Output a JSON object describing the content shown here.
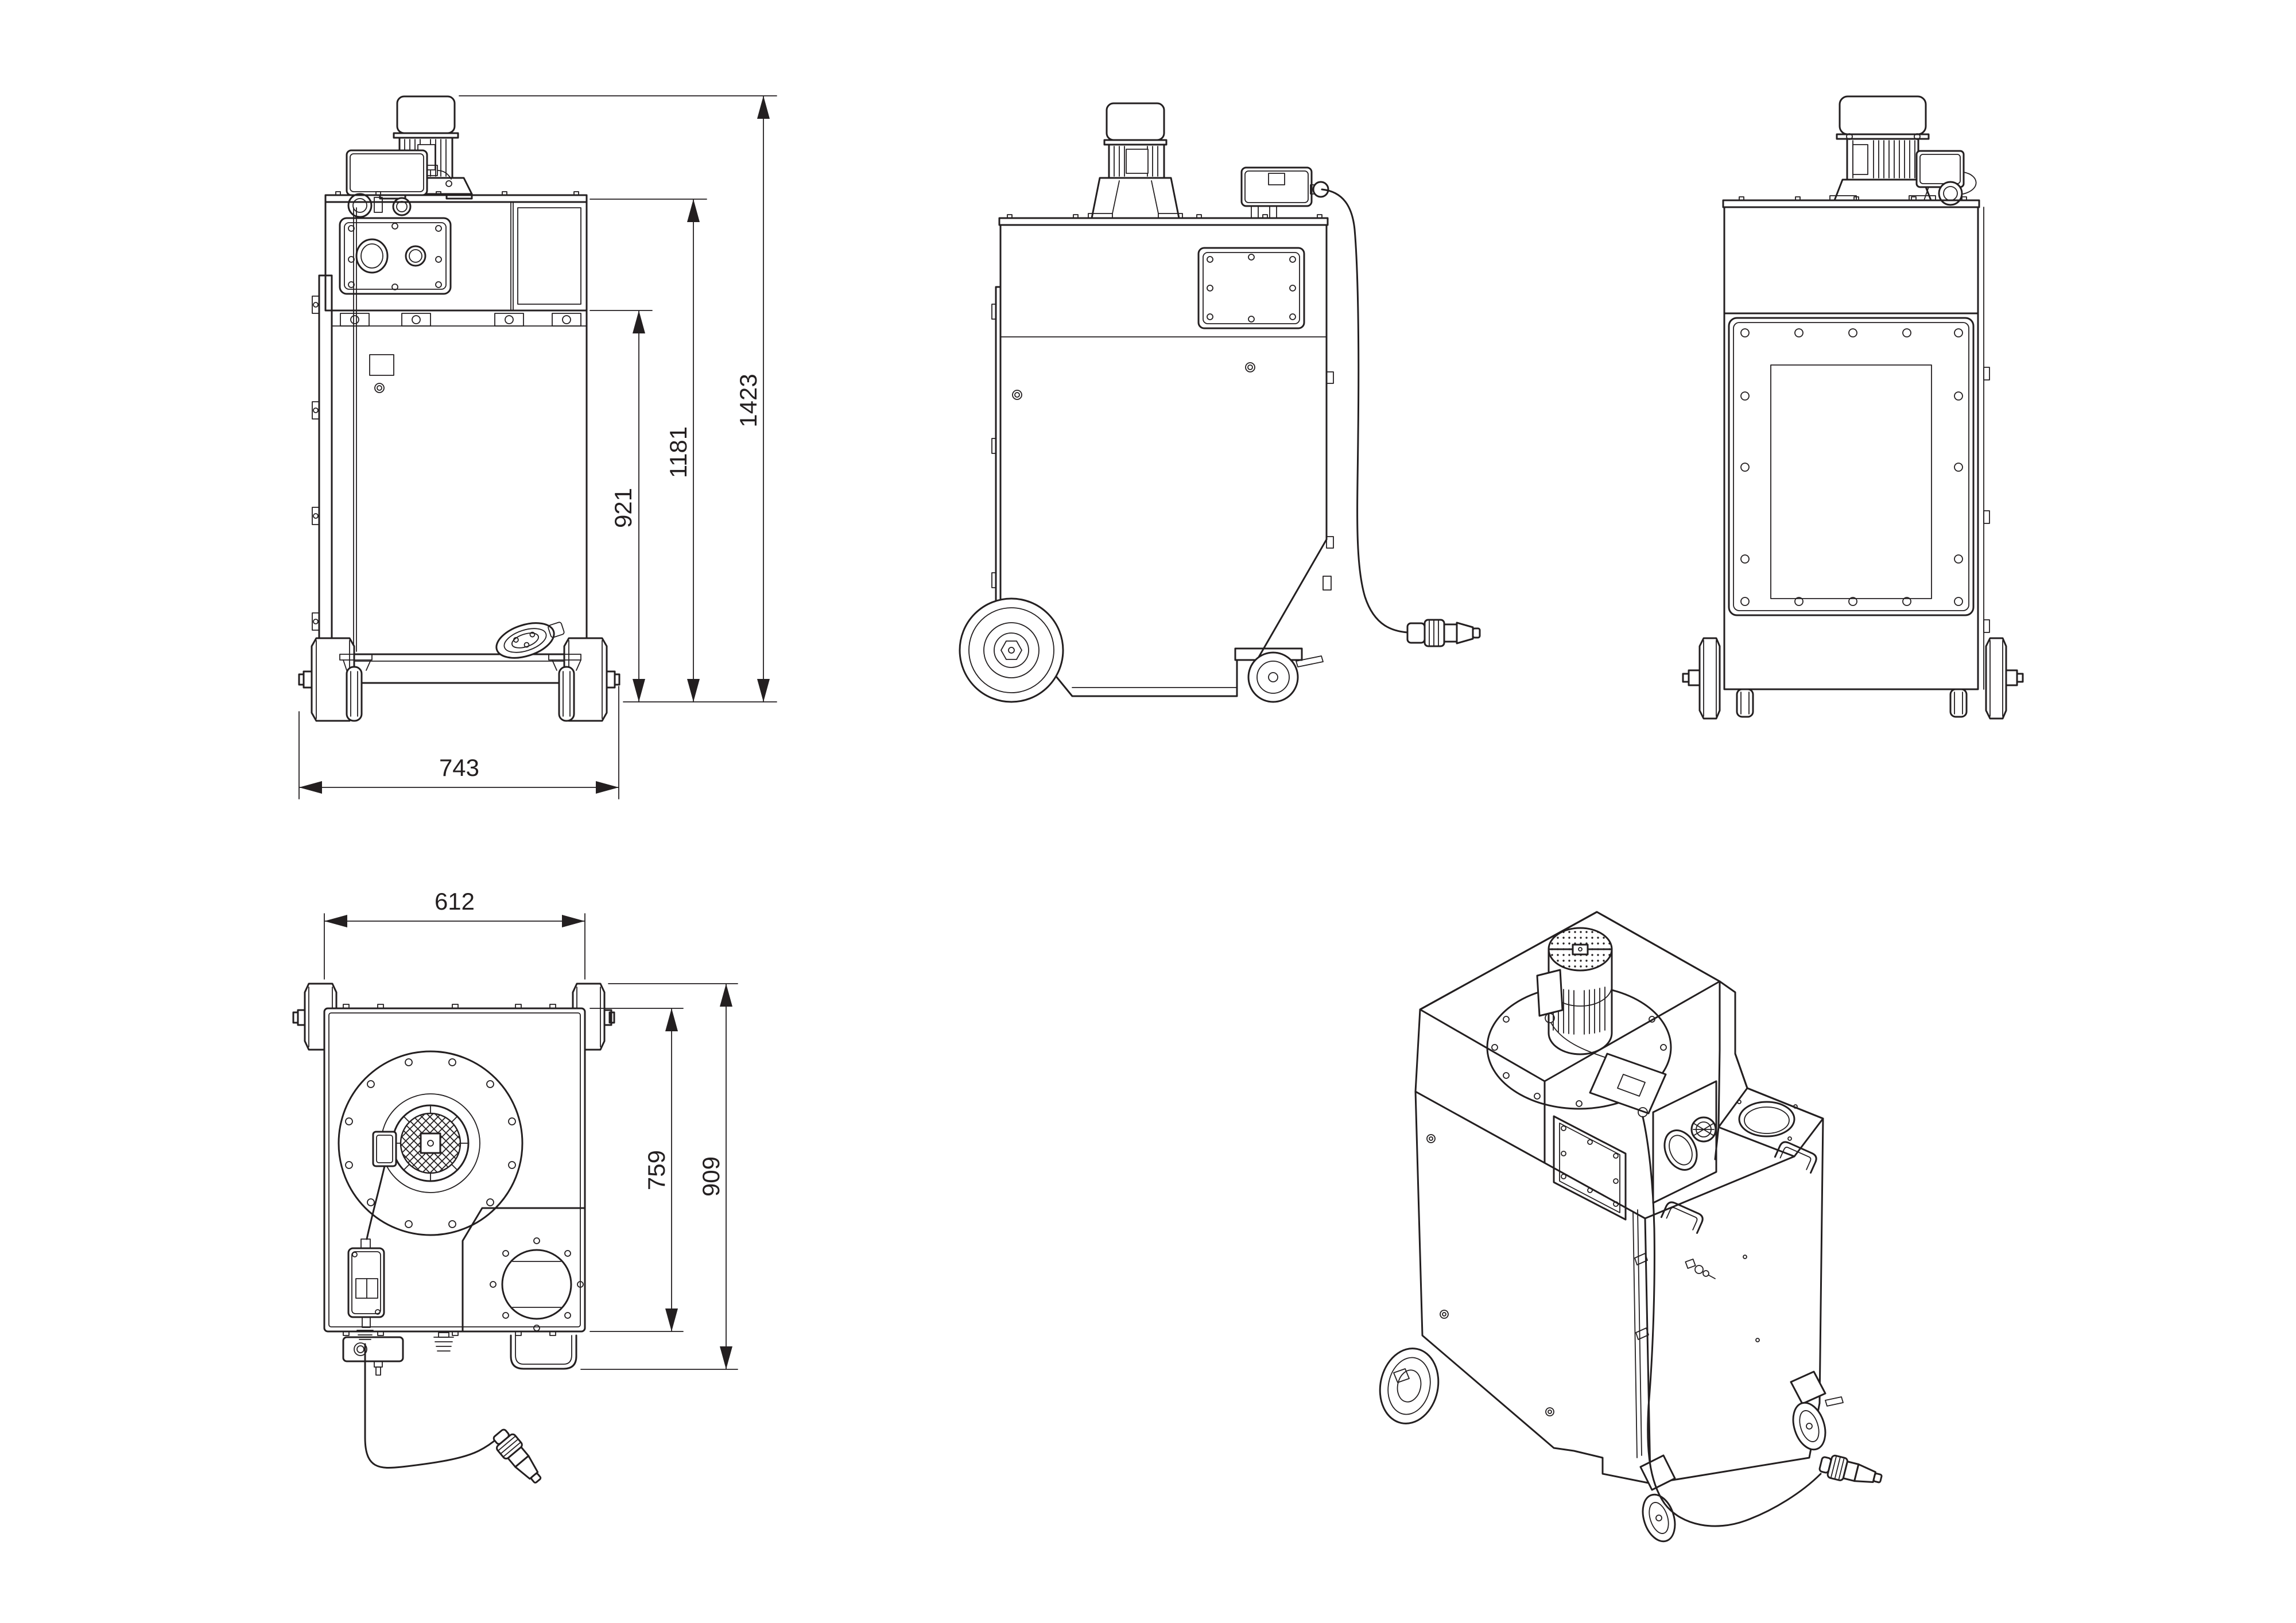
{
  "drawing": {
    "background_color": "#ffffff",
    "line_color": "#231f20",
    "dimensions": {
      "front": {
        "overall_height": "1423",
        "body_height": "1181",
        "cabinet_height": "921",
        "overall_width": "743"
      },
      "top": {
        "body_width": "612",
        "body_depth": "759",
        "overall_depth": "909"
      }
    }
  }
}
